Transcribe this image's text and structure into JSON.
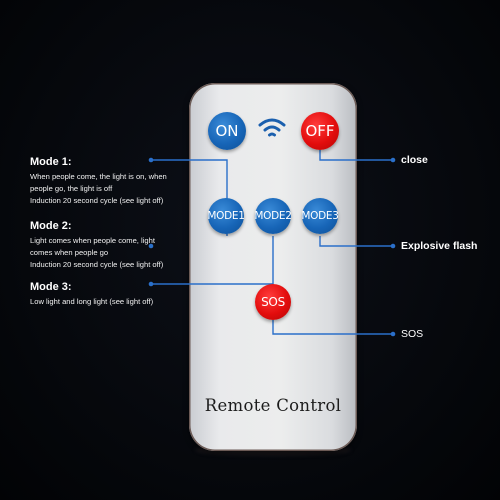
{
  "remote": {
    "label": "Remote Control",
    "buttons": {
      "on": "ON",
      "off": "OFF",
      "mode1": "MODE1",
      "mode2": "MODE2",
      "mode3": "MODE3",
      "sos": "SOS"
    },
    "signal_icon": "wifi-icon"
  },
  "annotations": {
    "mode1": {
      "title": "Mode 1:",
      "lines": [
        "When people come, the light is on, when",
        "people go, the light is off",
        "Induction 20 second cycle (see light off)"
      ]
    },
    "mode2": {
      "title": "Mode 2:",
      "lines": [
        "Light comes when people come, light",
        "comes when people go",
        "Induction 20 second cycle (see light off)"
      ]
    },
    "mode3": {
      "title": "Mode 3:",
      "lines": [
        "Low light and long light (see light off)"
      ]
    },
    "right": {
      "close": "close",
      "explosive_flash": "Explosive flash",
      "sos": "SOS"
    }
  },
  "colors": {
    "button_blue": "#1765b7",
    "button_red": "#e30d0d",
    "connector_line": "#2a6fc9",
    "background": "#05070b"
  }
}
